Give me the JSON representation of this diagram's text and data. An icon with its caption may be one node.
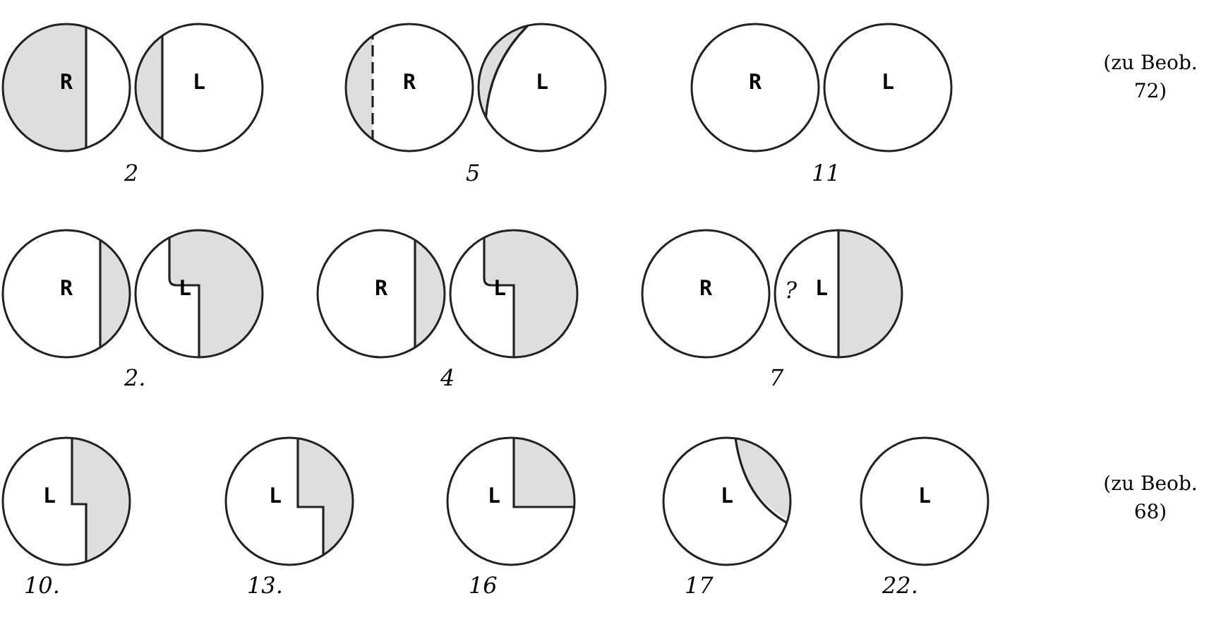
{
  "diagram": {
    "nodes": [
      {
        "text": [
          "R"
        ]
      },
      {
        "text": [
          "L"
        ]
      },
      {
        "text": [
          "R"
        ]
      },
      {
        "text": [
          "L"
        ]
      },
      {
        "text": [
          "R"
        ]
      },
      {
        "text": [
          "L"
        ]
      },
      {
        "text": [
          "R"
        ]
      },
      {
        "text": [
          "L"
        ]
      },
      {
        "text": [
          "R"
        ]
      },
      {
        "text": [
          "L"
        ]
      },
      {
        "text": [
          "R"
        ]
      },
      {
        "text": [
          "L"
        ]
      },
      {
        "text": [
          "L"
        ],
        "beside": [
          "10."
        ]
      },
      {
        "text": [
          "L"
        ],
        "beside": [
          "13."
        ]
      },
      {
        "text": [
          "L"
        ],
        "beside": [
          "16"
        ]
      },
      {
        "text": [
          "L"
        ],
        "beside": [
          "17"
        ]
      },
      {
        "text": [
          "L"
        ],
        "beside": [
          "22."
        ]
      }
    ],
    "labels": [
      "2",
      "5",
      "11",
      "(zu Beob. 72)",
      "2.",
      "4",
      "?",
      "7",
      "(zu Beob. 68)"
    ]
  }
}
